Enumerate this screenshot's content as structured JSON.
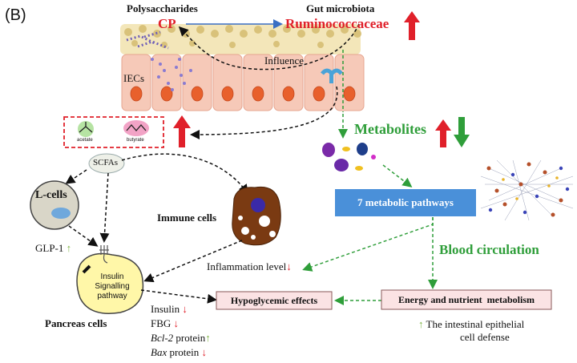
{
  "panel_label": "(B)",
  "colors": {
    "red": "#e0202a",
    "green": "#2f9e3a",
    "light_green": "#7cb342",
    "blue_box": "#4a90d9",
    "pink_box": "#fbe3e4",
    "brown_cell": "#7a3a12",
    "yellow_cell": "#fff7a8",
    "lcell": "#d9d6c8",
    "intestine": "#f6c9b8",
    "nucleus": "#e8602c"
  },
  "top": {
    "polysaccharides": "Polysaccharides",
    "cp": "CP",
    "gut_microbiota": "Gut microbiota",
    "ruminococcaceae": "Ruminococcaceae",
    "influence": "Influence",
    "iecs": "IECs"
  },
  "molecules": {
    "acetate": "acetate",
    "butyrate": "butyrate"
  },
  "scfas": "SCFAs",
  "metabolites": "Metabolites",
  "pathways": "7 metabolic pathways",
  "blood_circulation": "Blood circulation",
  "lcells": "L-cells",
  "glp1": "GLP-1",
  "immune_cells": "Immune cells",
  "inflammation": "Inflammation level",
  "insulin_pathway": [
    "Insulin",
    "Signalling",
    "pathway"
  ],
  "pancreas_cells": "Pancreas cells",
  "hypoglycemic": "Hypoglycemic effects",
  "energy": "Energy and nutrient  metabolism",
  "defense": {
    "line1": "The intestinal epithelial",
    "line2": "cell defense"
  },
  "outcomes": [
    {
      "text": "Insulin",
      "italic": false,
      "arrow": "down"
    },
    {
      "text": "FBG",
      "italic": false,
      "arrow": "down"
    },
    {
      "text": "Bcl-2",
      "suffix": " protein",
      "italic": true,
      "arrow": "up"
    },
    {
      "text": "Bax",
      "suffix": " protein",
      "italic": true,
      "arrow": "down"
    }
  ]
}
